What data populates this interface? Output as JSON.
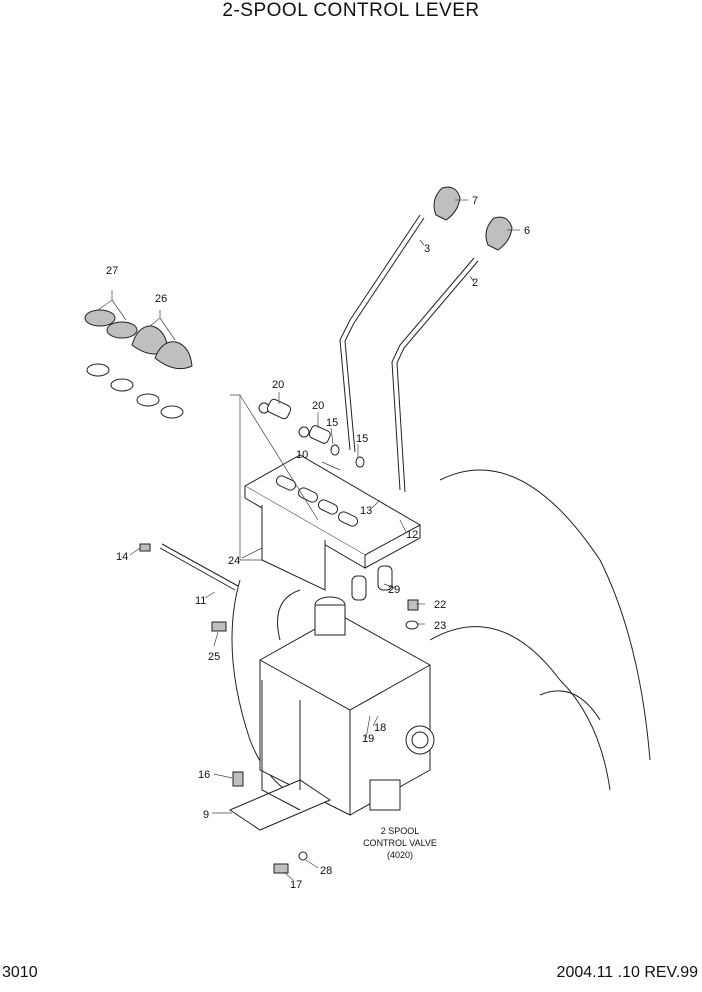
{
  "title": "2-SPOOL CONTROL LEVER",
  "page_number": "3010",
  "revision": "2004.11 .10 REV.99",
  "valve_note": {
    "line1": "2 SPOOL",
    "line2": "CONTROL VALVE",
    "line3": "(4020)"
  },
  "callouts": {
    "c1": "7",
    "c2": "6",
    "c3": "3",
    "c4": "2",
    "c5": "27",
    "c6": "26",
    "c7": "20",
    "c8": "20",
    "c9": "15",
    "c10": "15",
    "c11": "10",
    "c12": "13",
    "c13": "12",
    "c14": "14",
    "c15": "24",
    "c16": "11",
    "c17": "29",
    "c18": "22",
    "c19": "23",
    "c20": "25",
    "c21": "18",
    "c22": "19",
    "c23": "16",
    "c24": "9",
    "c25": "28",
    "c26": "17"
  }
}
